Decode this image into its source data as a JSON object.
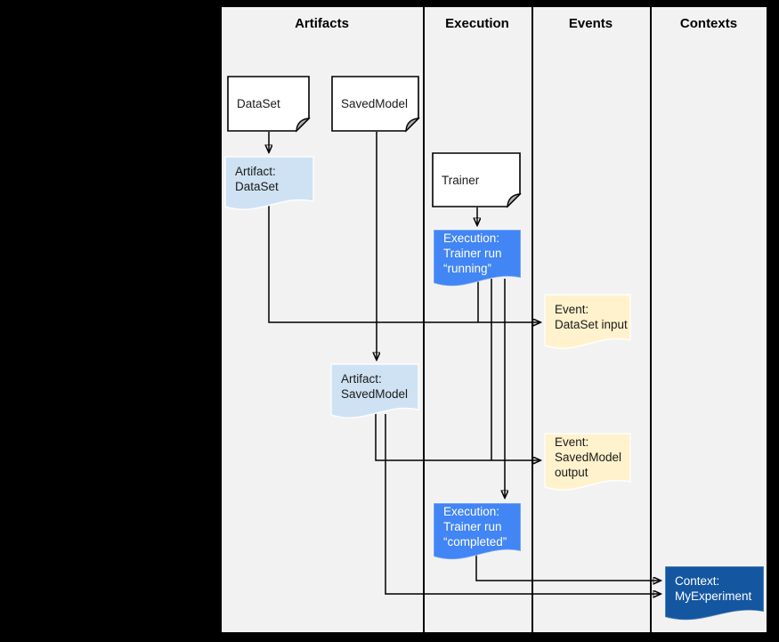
{
  "columns": [
    {
      "label": "Artifacts"
    },
    {
      "label": "Execution"
    },
    {
      "label": "Events"
    },
    {
      "label": "Contexts"
    }
  ],
  "nodes": {
    "dataset_doc": {
      "label": "DataSet",
      "type": "source-document"
    },
    "savedmodel_doc": {
      "label": "SavedModel",
      "type": "source-document"
    },
    "trainer_doc": {
      "label": "Trainer",
      "type": "source-document"
    },
    "artifact_dataset": {
      "label": "Artifact:\nDataSet",
      "type": "artifact"
    },
    "execution_running": {
      "label": "Execution:\nTrainer run\n“running”",
      "type": "execution"
    },
    "event_dataset_input": {
      "label": "Event:\nDataSet input",
      "type": "event"
    },
    "artifact_savedmodel": {
      "label": "Artifact:\nSavedModel",
      "type": "artifact"
    },
    "event_savedmodel_output": {
      "label": "Event:\nSavedModel\noutput",
      "type": "event"
    },
    "execution_completed": {
      "label": "Execution:\nTrainer run\n“completed”",
      "type": "execution"
    },
    "context_myexperiment": {
      "label": "Context:\nMyExperiment",
      "type": "context"
    }
  },
  "edges": [
    {
      "from": "dataset_doc",
      "to": "artifact_dataset"
    },
    {
      "from": "savedmodel_doc",
      "to": "artifact_savedmodel"
    },
    {
      "from": "trainer_doc",
      "to": "execution_running"
    },
    {
      "from": "artifact_dataset",
      "to": "event_dataset_input"
    },
    {
      "from": "execution_running",
      "to": "event_dataset_input"
    },
    {
      "from": "execution_running",
      "to": "event_savedmodel_output"
    },
    {
      "from": "execution_running",
      "to": "execution_completed"
    },
    {
      "from": "artifact_savedmodel",
      "to": "event_savedmodel_output"
    },
    {
      "from": "artifact_savedmodel",
      "to": "context_myexperiment"
    },
    {
      "from": "execution_completed",
      "to": "context_myexperiment"
    }
  ],
  "colors": {
    "page": "#000000",
    "panel": "#f2f2f2",
    "artifact": "#cfe2f3",
    "execution": "#4285f4",
    "event": "#fff2cc",
    "context": "#1456a0",
    "doc_fill": "#ffffff",
    "doc_fold": "#b0b0b0",
    "line": "#000000"
  }
}
